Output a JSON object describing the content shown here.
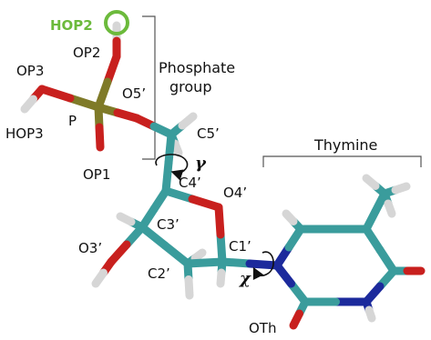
{
  "labels": {
    "hop2": "HOP2",
    "op2": "OP2",
    "op3": "OP3",
    "p": "P",
    "hop3": "HOP3",
    "op1": "OP1",
    "o5": "O5’",
    "c5": "C5’",
    "c4": "C4’",
    "o4": "O4’",
    "c3": "C3’",
    "o3": "O3’",
    "c2": "C2’",
    "c1": "C1’",
    "oth": "OTh",
    "gamma": "γ",
    "chi": "χ"
  },
  "groups": {
    "phosphate_line1": "Phosphate",
    "phosphate_line2": "group",
    "thymine": "Thymine"
  },
  "colors": {
    "carbon": "#3a9c9c",
    "oxygen": "#c8201e",
    "phosphorus": "#7f7a28",
    "nitrogen": "#1c2a9c",
    "hydrogen": "#d6d6d6",
    "highlight": "#6cba3c",
    "bracket": "#555555"
  }
}
